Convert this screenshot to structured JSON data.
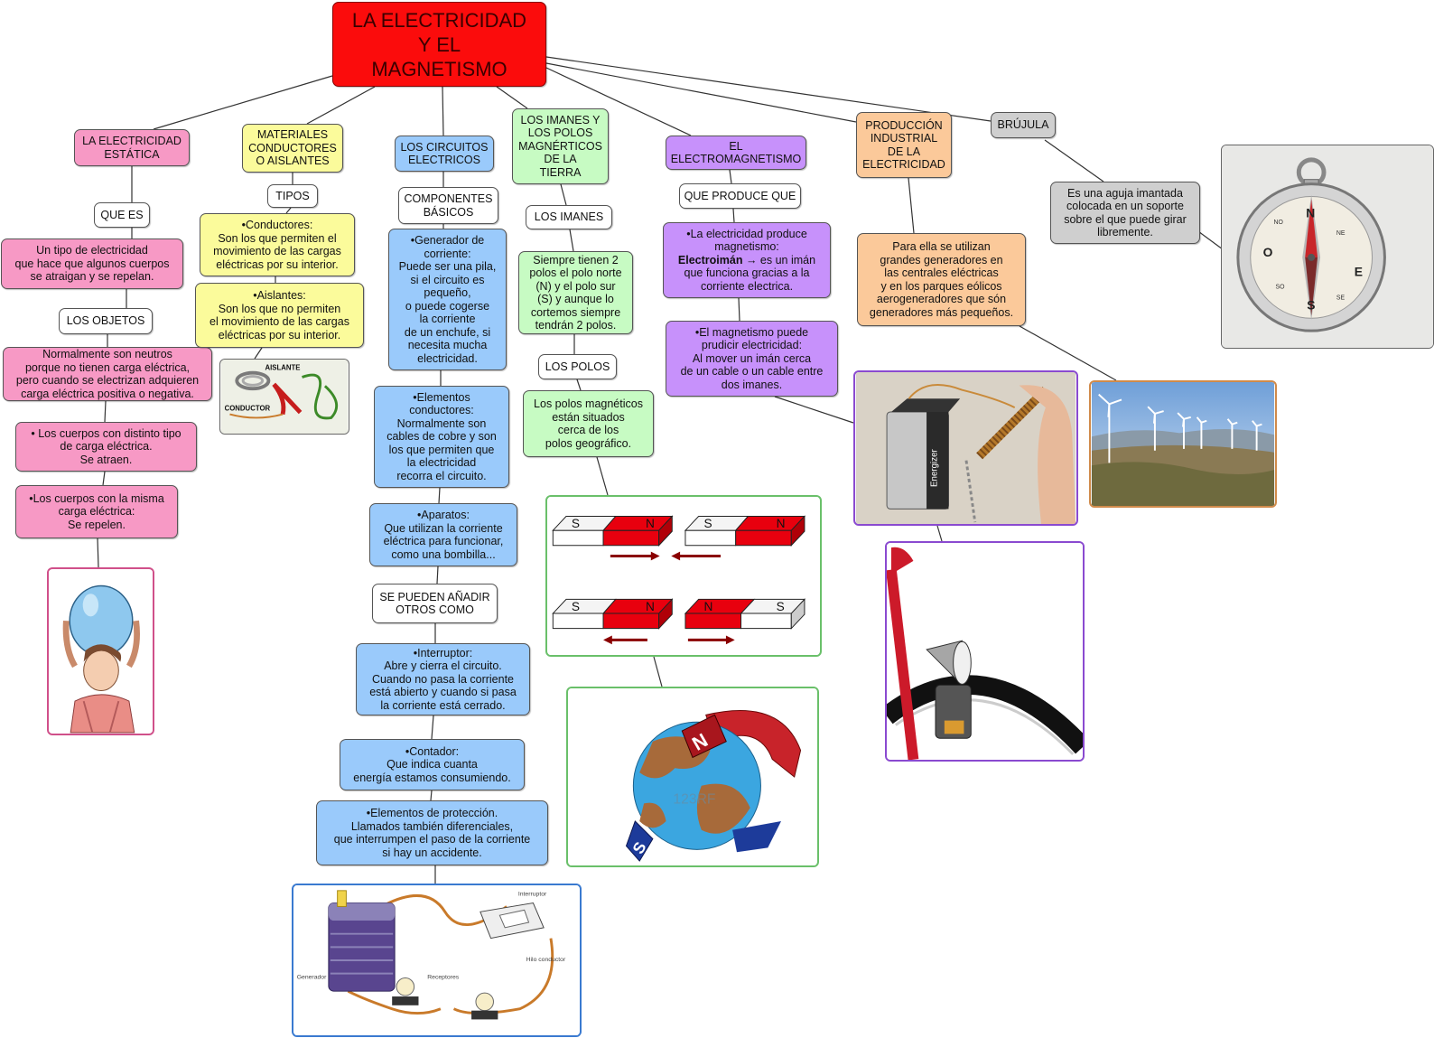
{
  "title": "LA ELECTRICIDAD\nY EL\nMAGNETISMO",
  "branches": {
    "estatica": {
      "title": "LA ELECTRICIDAD\nESTÁTICA",
      "que_es": "QUE ES",
      "definition": "Un tipo de electricidad\nque hace que algunos cuerpos\nse atraigan y se repelan.",
      "los_objetos": "LOS OBJETOS",
      "neutros": "Normalmente son neutros\nporque no tienen carga eléctrica,\npero cuando se electrizan adquieren\ncarga eléctrica positiva o negativa.",
      "distinto": "• Los cuerpos con distinto tipo\nde carga eléctrica.\nSe atraen.",
      "misma": "•Los cuerpos con la misma\ncarga eléctrica:\nSe repelen."
    },
    "materiales": {
      "title": "MATERIALES\nCONDUCTORES\nO AISLANTES",
      "tipos": "TIPOS",
      "conductores": "•Conductores:\nSon los que permiten el\nmovimiento de las cargas\neléctricas por su interior.",
      "aislantes": "•Aislantes:\nSon los que no permiten\nel movimiento de las cargas\neléctricas por su interior.",
      "img_aislante": "AISLANTE",
      "img_conductor": "CONDUCTOR"
    },
    "circuitos": {
      "title": "LOS CIRCUITOS\nELECTRICOS",
      "componentes": "COMPONENTES\nBÁSICOS",
      "generador": "•Generador de\ncorriente:\nPuede ser una pila,\nsi el circuito es\npequeño,\no puede cogerse\nla corriente\nde un enchufe, si\nnecesita mucha\nelectricidad.",
      "elementos": "•Elementos\nconductores:\nNormalmente son\ncables de cobre y son\nlos que permiten que\nla electricidad\nrecorra el circuito.",
      "aparatos": "•Aparatos:\nQue utilizan la corriente\neléctrica para funcionar,\ncomo una bombilla...",
      "otros": "SE PUEDEN AÑADIR\nOTROS COMO",
      "interruptor": "•Interruptor:\nAbre y cierra el circuito.\nCuando no pasa la corriente\nestá abierto y cuando si pasa\nla corriente está cerrado.",
      "contador": "•Contador:\nQue indica cuanta\nenergía estamos consumiendo.",
      "proteccion": "•Elementos de protección.\nLlamados también diferenciales,\nque interrumpen el paso de la corriente\nsi hay un accidente.",
      "img_interruptor": "Interruptor",
      "img_generador": "Generador",
      "img_receptores": "Receptores",
      "img_hilo": "Hilo\nconductor"
    },
    "imanes": {
      "title": "LOS IMANES Y\nLOS POLOS\nMAGNÉRTICOS\nDE LA\nTIERRA",
      "los_imanes": "LOS IMANES",
      "siempre": "Siempre tienen 2\npolos el polo norte\n(N) y el polo sur\n(S) y aunque lo\ncortemos siempre\ntendrán 2 polos.",
      "los_polos": "LOS POLOS",
      "polos_geo": "Los polos magnéticos\nestán situados\ncerca de los\npolos geográfico.",
      "img_s": "S",
      "img_n": "N",
      "img_watermark": "123RF"
    },
    "electromagnetismo": {
      "title": "EL\nELECTROMAGNETISMO",
      "que_produce": "QUE PRODUCE QUE",
      "produce_a": "•La electricidad produce\nmagnetismo:",
      "produce_bold": "Electroimán",
      "produce_b": " → es un imán\nque funciona gracias a la\ncorriente electrica.",
      "magnetismo": "•El magnetismo puede\nprudicir electricidad:\nAl mover un imán cerca\nde un cable o un cable entre\ndos imanes.",
      "img_brand": "Energizer"
    },
    "produccion": {
      "title": "PRODUCCIÓN\nINDUSTRIAL\nDE LA\nELECTRICIDAD",
      "text": "Para ella se utilizan\ngrandes generadores en\nlas centrales eléctricas\ny en los parques eólicos\naerogeneradores que són\ngeneradores más pequeños."
    },
    "brujula": {
      "title": "BRÚJULA",
      "text": "Es una aguja imantada\ncolocada en un soporte\nsobre el que puede girar\nlibremente.",
      "dir_n": "N",
      "dir_s": "S",
      "dir_e": "E",
      "dir_o": "O",
      "dir_no": "NO",
      "dir_ne": "NE",
      "dir_so": "SO",
      "dir_se": "SE"
    }
  },
  "colors": {
    "title": "#fb0c0c",
    "pink": "#f799c5",
    "yellow": "#fbfb9b",
    "blue": "#9acafb",
    "green": "#c7fbc3",
    "purple": "#c791fb",
    "orange": "#fbc99a",
    "gray": "#cfcfcf",
    "magnet_red": "#e8000e"
  }
}
